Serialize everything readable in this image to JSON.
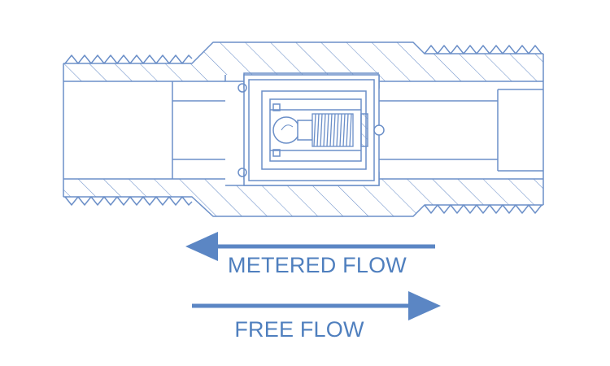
{
  "labels": {
    "metered_flow": "METERED FLOW",
    "free_flow": "FREE FLOW"
  },
  "colors": {
    "line": "#6b8fc8",
    "arrow": "#5b86c4",
    "text": "#4f7fbe",
    "background": "#ffffff"
  },
  "arrows": {
    "metered_flow_direction": "left",
    "free_flow_direction": "right"
  }
}
